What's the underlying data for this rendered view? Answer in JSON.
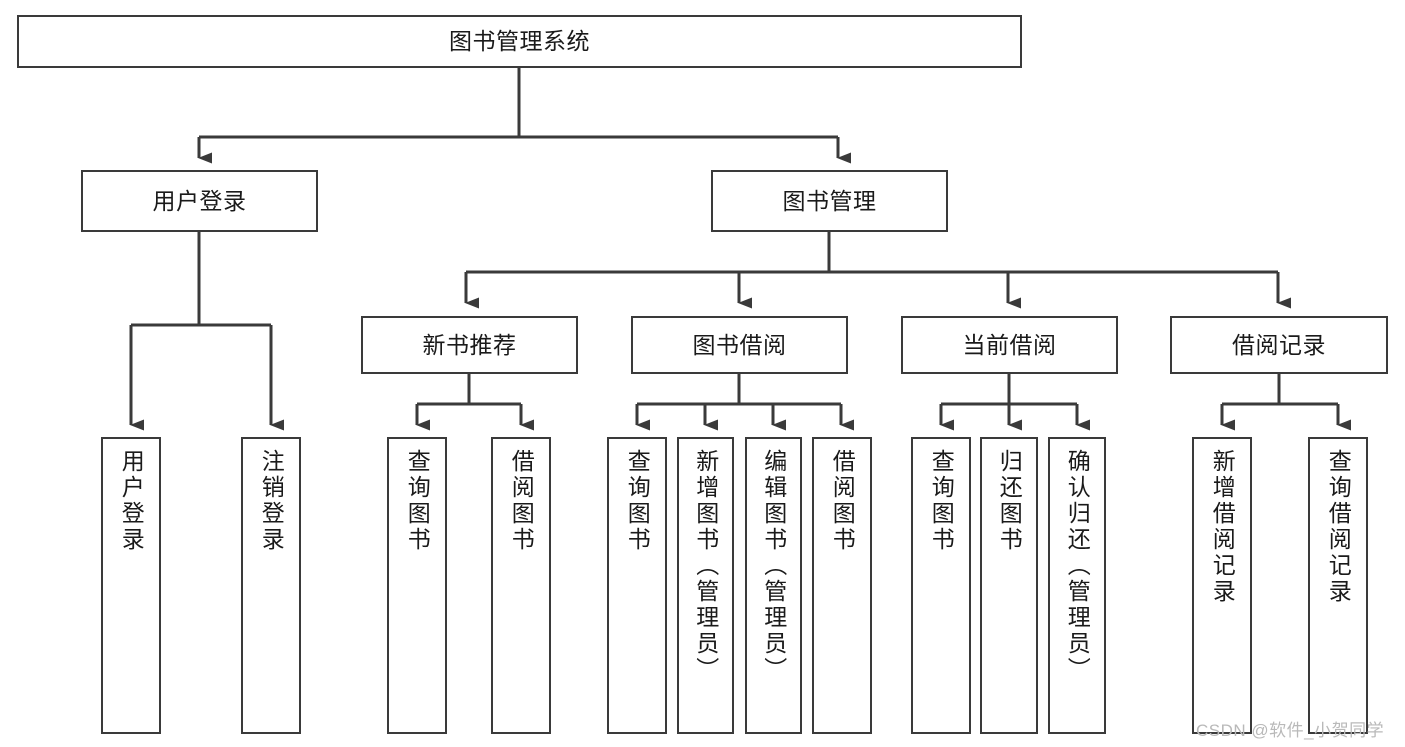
{
  "diagram": {
    "type": "tree-hierarchy",
    "title": "图书管理系统",
    "nodes": {
      "root": {
        "label": "图书管理系统",
        "level": 1
      },
      "l2": [
        {
          "id": "user-login",
          "label": "用户登录"
        },
        {
          "id": "book-manage",
          "label": "图书管理"
        }
      ],
      "l3": [
        {
          "id": "new-book-recommend",
          "label": "新书推荐"
        },
        {
          "id": "book-borrow",
          "label": "图书借阅"
        },
        {
          "id": "current-borrow",
          "label": "当前借阅"
        },
        {
          "id": "borrow-record",
          "label": "借阅记录"
        }
      ],
      "leaves": [
        {
          "id": "leaf-user-login",
          "label": "用户登录",
          "parent": "user-login"
        },
        {
          "id": "leaf-logout",
          "label": "注销登录",
          "parent": "user-login"
        },
        {
          "id": "leaf-query-book-1",
          "label": "查询图书",
          "parent": "new-book-recommend"
        },
        {
          "id": "leaf-borrow-book-1",
          "label": "借阅图书",
          "parent": "new-book-recommend"
        },
        {
          "id": "leaf-query-book-2",
          "label": "查询图书",
          "parent": "book-borrow"
        },
        {
          "id": "leaf-add-book",
          "label": "新增图书（管理员）",
          "parent": "book-borrow"
        },
        {
          "id": "leaf-edit-book",
          "label": "编辑图书（管理员）",
          "parent": "book-borrow"
        },
        {
          "id": "leaf-borrow-book-2",
          "label": "借阅图书",
          "parent": "book-borrow"
        },
        {
          "id": "leaf-query-book-3",
          "label": "查询图书",
          "parent": "current-borrow"
        },
        {
          "id": "leaf-return-book",
          "label": "归还图书",
          "parent": "current-borrow"
        },
        {
          "id": "leaf-confirm-return",
          "label": "确认归还（管理员）",
          "parent": "current-borrow"
        },
        {
          "id": "leaf-add-record",
          "label": "新增借阅记录",
          "parent": "borrow-record"
        },
        {
          "id": "leaf-query-record",
          "label": "查询借阅记录",
          "parent": "borrow-record"
        }
      ]
    },
    "colors": {
      "box_border": "#3a3a3a",
      "box_fill": "#ffffff",
      "connector": "#3a3a3a",
      "text": "#1a1a1a",
      "watermark": "#b9b9b9"
    }
  },
  "watermark": {
    "text": "CSDN @软件_小贺同学"
  }
}
